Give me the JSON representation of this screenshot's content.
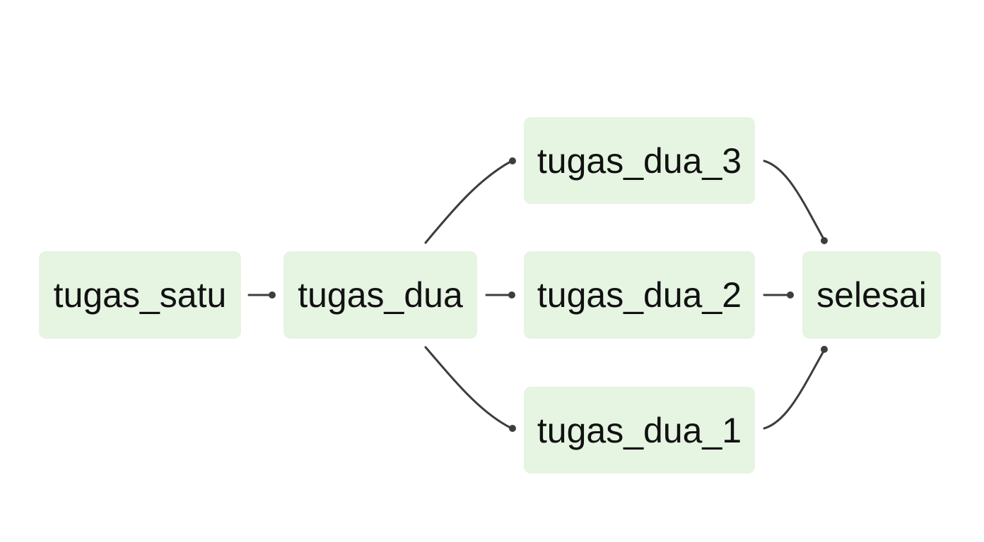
{
  "diagram": {
    "node_fill": "#e6f4e2",
    "edge_color": "#3d3d3d",
    "nodes": {
      "tugas_satu": {
        "label": "tugas_satu"
      },
      "tugas_dua": {
        "label": "tugas_dua"
      },
      "tugas_dua_3": {
        "label": "tugas_dua_3"
      },
      "tugas_dua_2": {
        "label": "tugas_dua_2"
      },
      "tugas_dua_1": {
        "label": "tugas_dua_1"
      },
      "selesai": {
        "label": "selesai"
      }
    },
    "edges": [
      {
        "from": "tugas_satu",
        "to": "tugas_dua"
      },
      {
        "from": "tugas_dua",
        "to": "tugas_dua_3"
      },
      {
        "from": "tugas_dua",
        "to": "tugas_dua_2"
      },
      {
        "from": "tugas_dua",
        "to": "tugas_dua_1"
      },
      {
        "from": "tugas_dua_3",
        "to": "selesai"
      },
      {
        "from": "tugas_dua_2",
        "to": "selesai"
      },
      {
        "from": "tugas_dua_1",
        "to": "selesai"
      }
    ]
  }
}
